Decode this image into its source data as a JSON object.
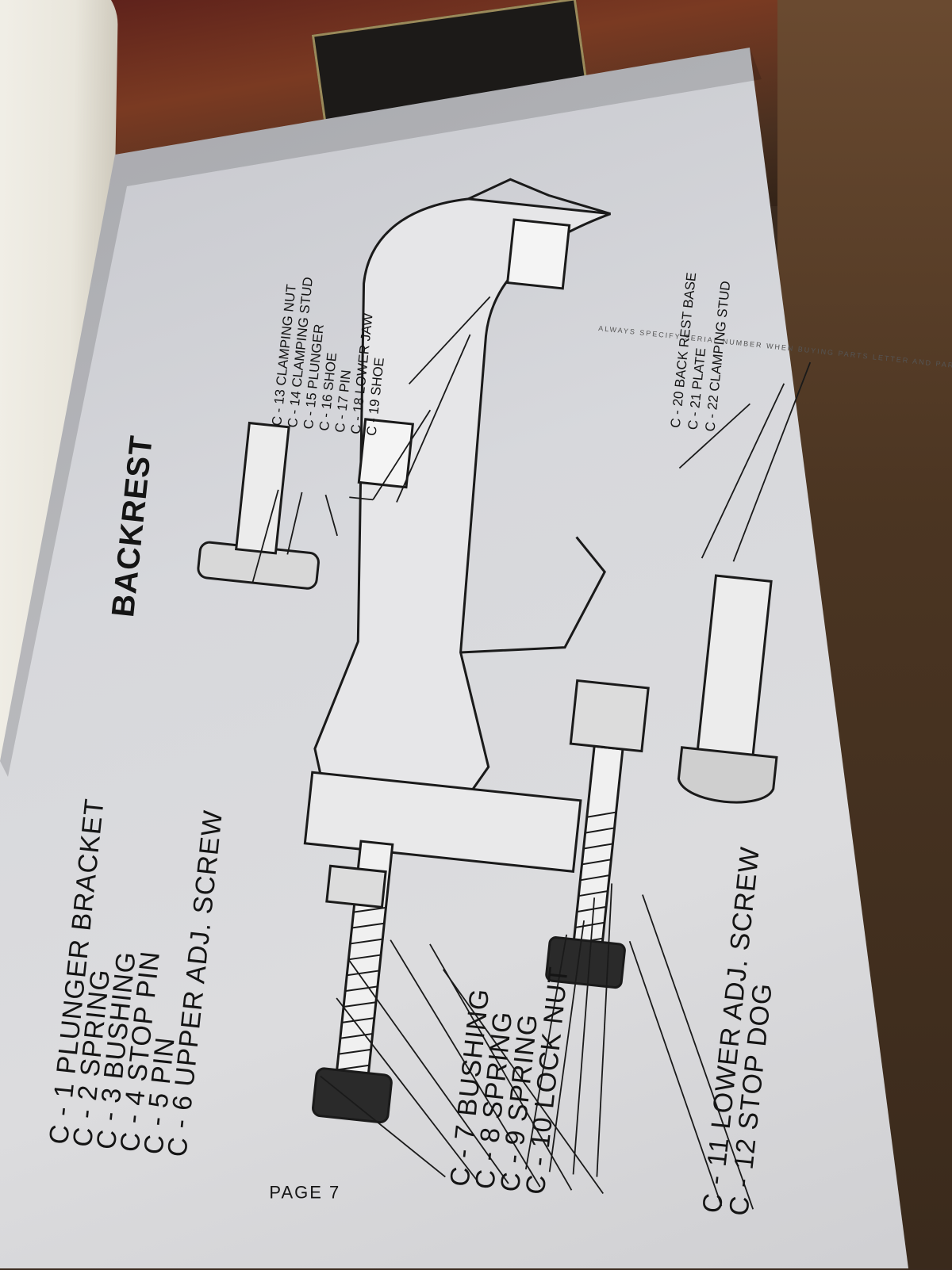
{
  "header": {
    "fineprint": "ALWAYS SPECIFY SERIAL NUMBER  WHEN BUYING PARTS  LETTER AND PART NUMBER"
  },
  "title": "BACKREST",
  "page_label": "PAGE 7",
  "parts_top_left": [
    {
      "code": "C - 1",
      "name": "PLUNGER  BRACKET"
    },
    {
      "code": "C - 2",
      "name": "SPRING"
    },
    {
      "code": "C - 3",
      "name": "BUSHING"
    },
    {
      "code": "C - 4",
      "name": "STOP  PIN"
    },
    {
      "code": "C - 5",
      "name": "PIN"
    },
    {
      "code": "C - 6",
      "name": "UPPER  ADJ. SCREW"
    }
  ],
  "parts_top_right": [
    {
      "code": "C - 13",
      "name": "CLAMPING NUT"
    },
    {
      "code": "C - 14",
      "name": "CLAMPING STUD"
    },
    {
      "code": "C - 15",
      "name": "PLUNGER"
    },
    {
      "code": "C - 16",
      "name": "SHOE"
    },
    {
      "code": "C - 17",
      "name": "PIN"
    },
    {
      "code": "C - 18",
      "name": "LOWER  JAW"
    },
    {
      "code": "C - 19",
      "name": "SHOE"
    }
  ],
  "parts_middle": [
    {
      "code": "C - 7",
      "name": "BUSHING"
    },
    {
      "code": "C - 8",
      "name": "SPRING"
    },
    {
      "code": "C - 9",
      "name": "SPRING"
    },
    {
      "code": "C - 10",
      "name": "LOCK NUT"
    }
  ],
  "parts_right_base": [
    {
      "code": "C - 20",
      "name": "BACK REST BASE"
    },
    {
      "code": "C - 21",
      "name": "PLATE"
    },
    {
      "code": "C - 22",
      "name": "CLAMPING  STUD"
    }
  ],
  "parts_bottom": [
    {
      "code": "C - 11",
      "name": "LOWER ADJ. SCREW"
    },
    {
      "code": "C - 12",
      "name": "STOP DOG"
    }
  ]
}
